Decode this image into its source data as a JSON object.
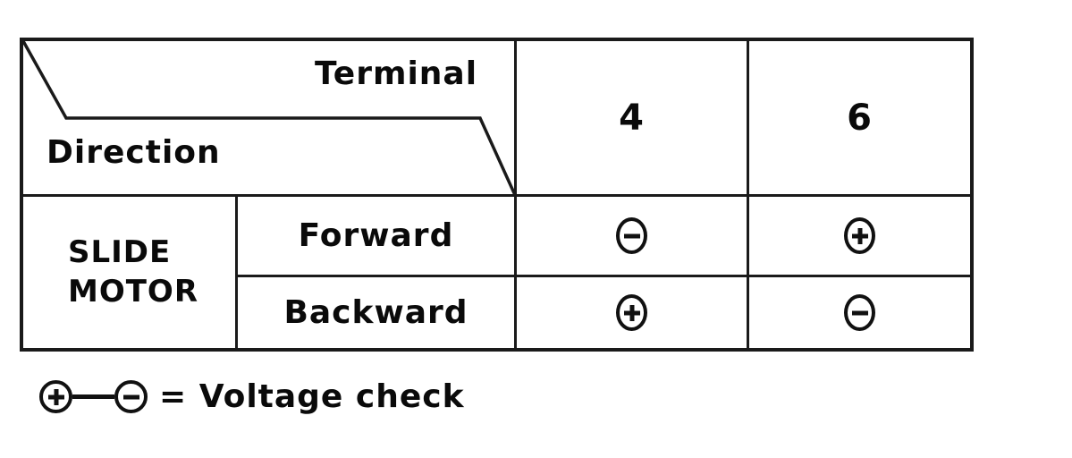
{
  "table": {
    "corner": {
      "top_label": "Terminal",
      "bottom_label": "Direction"
    },
    "columns": [
      "4",
      "6"
    ],
    "row_group": {
      "line1": "SLIDE",
      "line2": "MOTOR"
    },
    "rows": [
      {
        "direction": "Forward",
        "terminal_4": "minus",
        "terminal_6": "plus"
      },
      {
        "direction": "Backward",
        "terminal_4": "plus",
        "terminal_6": "minus"
      }
    ]
  },
  "legend": {
    "symbols": [
      "plus",
      "minus"
    ],
    "text": "= Voltage check"
  },
  "colors": {
    "line": "#1a1a1a",
    "symbol": "#111111",
    "text": "#0a0a0a",
    "background": "#ffffff"
  }
}
